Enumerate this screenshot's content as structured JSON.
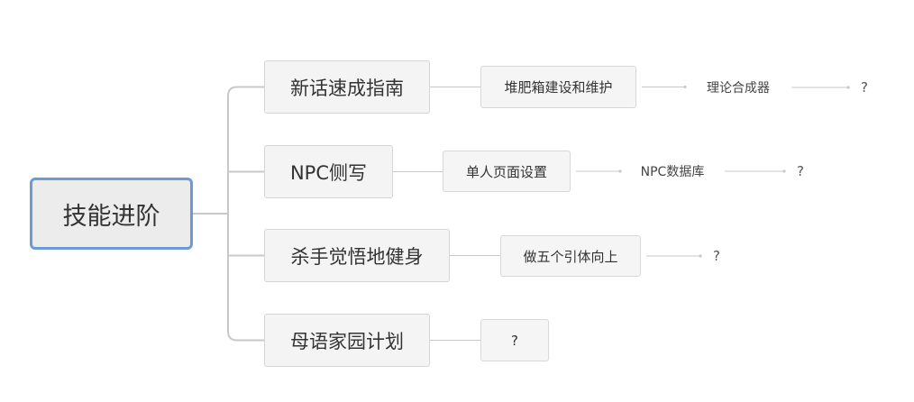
{
  "mindmap": {
    "root": {
      "label": "技能进阶"
    },
    "branches": [
      {
        "label": "新话速成指南",
        "children": [
          {
            "label": "堆肥箱建设和维护",
            "style": "box"
          },
          {
            "label": "理论合成器",
            "style": "plain"
          },
          {
            "label": "?",
            "style": "plain"
          }
        ]
      },
      {
        "label": "NPC侧写",
        "children": [
          {
            "label": "单人页面设置",
            "style": "box"
          },
          {
            "label": "NPC数据库",
            "style": "plain"
          },
          {
            "label": "?",
            "style": "plain"
          }
        ]
      },
      {
        "label": "杀手觉悟地健身",
        "children": [
          {
            "label": "做五个引体向上",
            "style": "box"
          },
          {
            "label": "?",
            "style": "plain"
          }
        ]
      },
      {
        "label": "母语家园计划",
        "children": [
          {
            "label": "?",
            "style": "box"
          }
        ]
      }
    ]
  },
  "colors": {
    "root_border": "#6b9bd6",
    "connector": "#c8c8c8",
    "node_fill": "#f4f4f4"
  }
}
